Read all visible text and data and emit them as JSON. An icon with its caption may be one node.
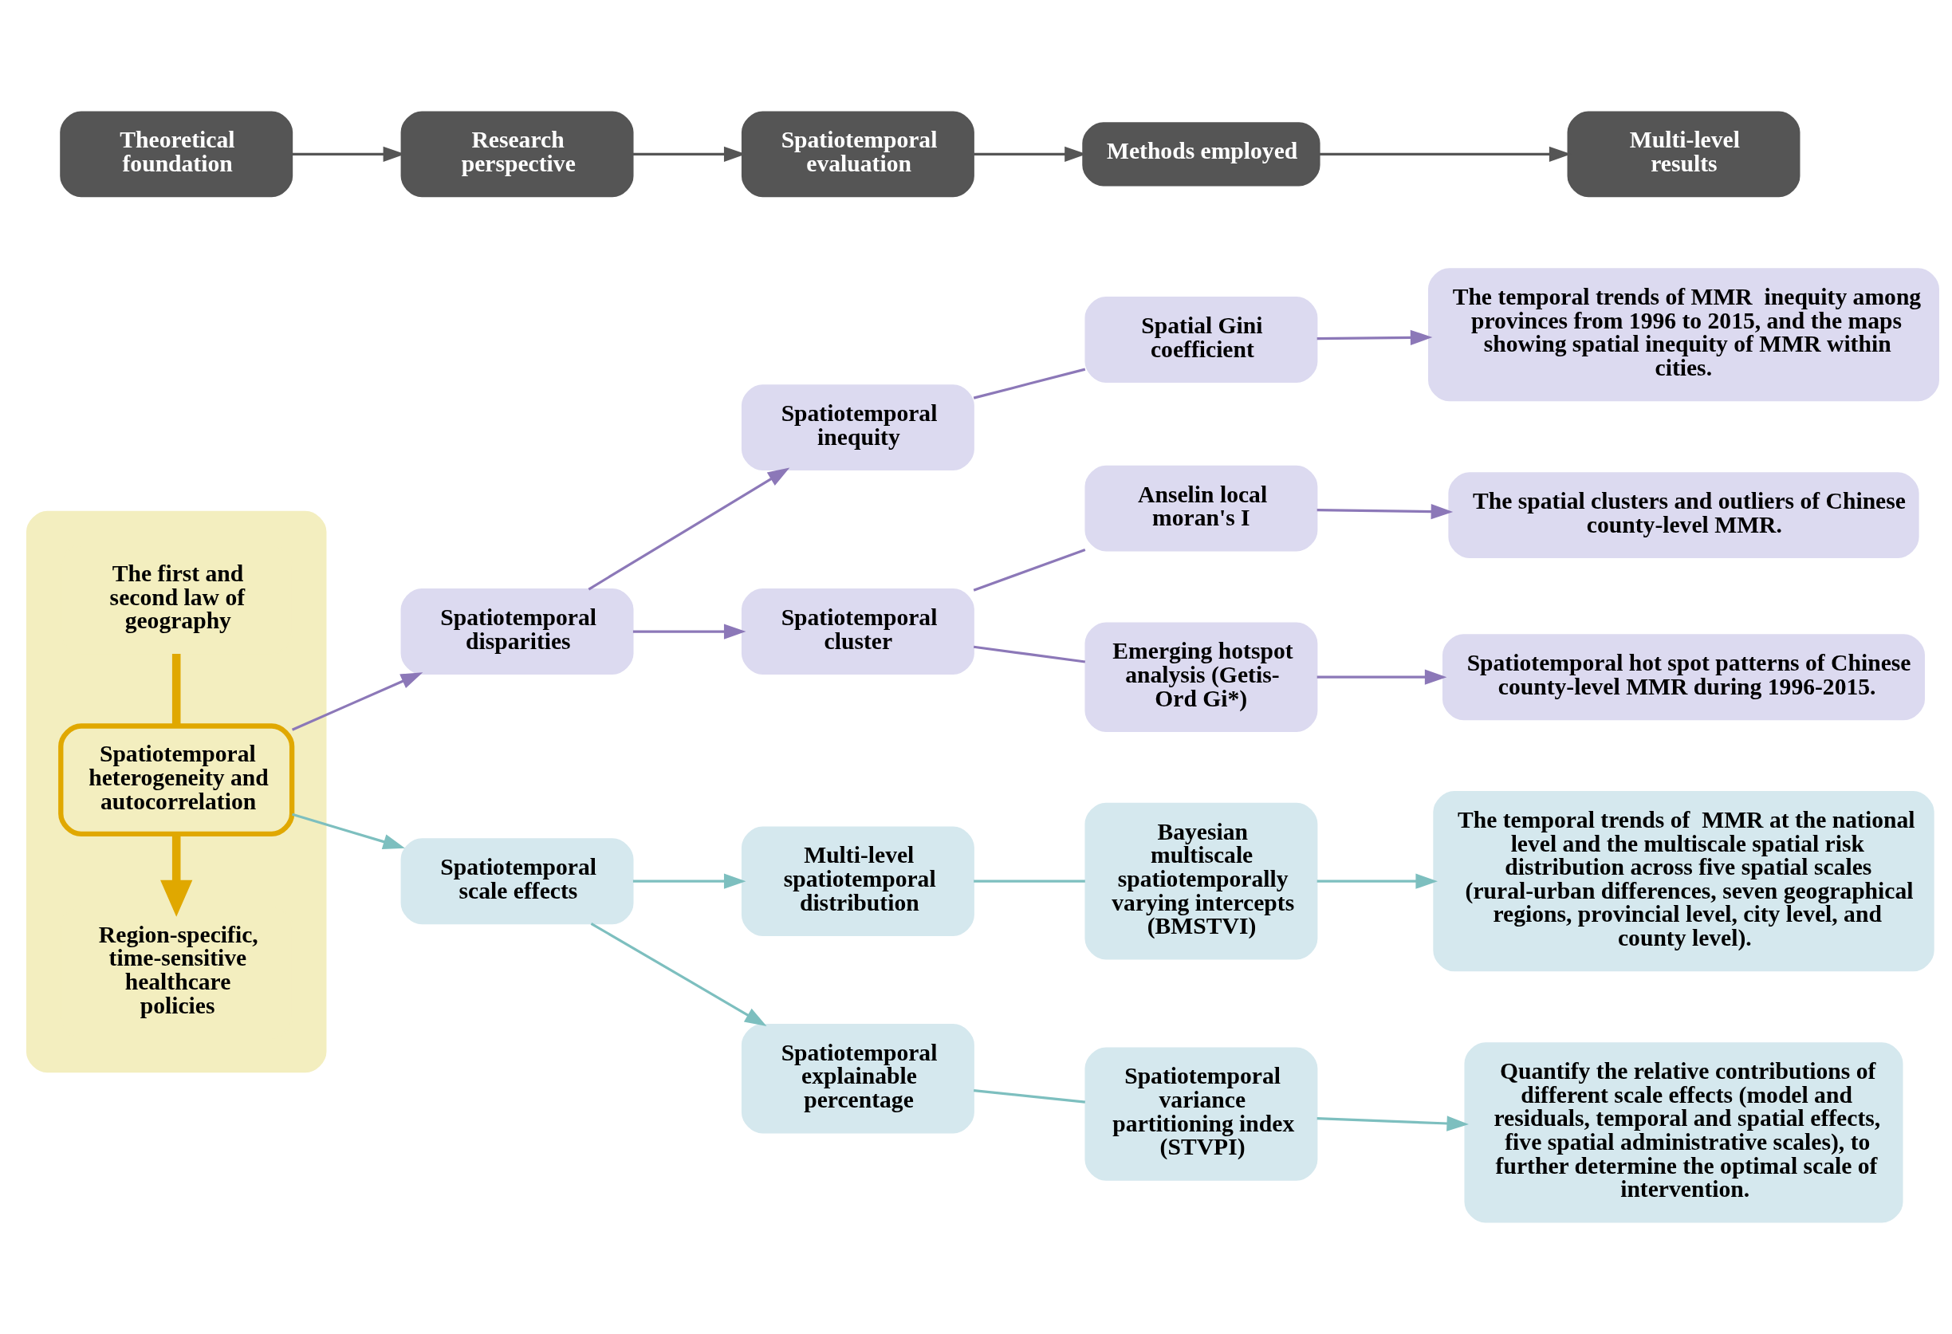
{
  "diagram": {
    "nodes": [
      {
        "text": [
          "Theoretical foundation"
        ]
      },
      {
        "text": [
          "Research perspective"
        ]
      },
      {
        "text": [
          "Spatiotemporal evaluation"
        ]
      },
      {
        "text": [
          "Methods employed"
        ]
      },
      {
        "text": [
          "Multi-level results"
        ]
      },
      {
        "text": [],
        "shape": "box"
      },
      {
        "text": [
          "The first and second law of geography"
        ],
        "in": 5
      },
      {
        "text": [
          "Spatiotemporal heterogeneity and autocorrelation"
        ],
        "in": 5
      },
      {
        "text": [
          "Region-specific, time-sensitive healthcare policies"
        ],
        "in": 5
      },
      {
        "text": [
          "Spatiotemporal disparities"
        ]
      },
      {
        "text": [
          "Spatiotemporal scale effects"
        ]
      },
      {
        "text": [
          "Spatiotemporal inequity"
        ]
      },
      {
        "text": [
          "Spatiotemporal cluster"
        ]
      },
      {
        "text": [
          "Multi-level spatiotemporal distribution"
        ]
      },
      {
        "text": [
          "Spatiotemporal explainable percentage"
        ]
      },
      {
        "text": [
          "Spatial Gini coefficient"
        ]
      },
      {
        "text": [
          "Anselin local moran's I"
        ]
      },
      {
        "text": [
          "Emerging hotspot analysis (Getis-Ord Gi*)"
        ]
      },
      {
        "text": [
          "Bayesian multiscale spatiotemporally varying intercepts (BMSTVI)"
        ]
      },
      {
        "text": [
          "Spatiotemporal variance partitioning index (STVPI)"
        ]
      },
      {
        "text": [
          "The temporal trends of MMR  inequity among provinces from 1996 to 2015, and the maps showing spatial inequity of MMR within cities."
        ]
      },
      {
        "text": [
          "The spatial clusters and outliers of Chinese county-level MMR."
        ]
      },
      {
        "text": [
          "Spatiotemporal hot spot patterns of Chinese county-level MMR during 1996-2015."
        ]
      },
      {
        "text": [
          "The temporal trends of  MMR at the national level and the multiscale spatial risk distribution across five spatial scales (rural-urban differences, seven geographical regions, provincial level, city level, and county level)."
        ]
      },
      {
        "text": [
          "Quantify the relative contributions of different scale effects (model and residuals, temporal and spatial effects, five spatial administrative scales), to further determine the optimal scale of intervention."
        ]
      }
    ],
    "edges": [
      {
        "from": 0,
        "to": 1,
        "arrow": "to",
        "color": "#555555"
      },
      {
        "from": 1,
        "to": 2,
        "arrow": "to",
        "color": "#555555"
      },
      {
        "from": 2,
        "to": 3,
        "arrow": "to",
        "color": "#555555"
      },
      {
        "from": 3,
        "to": 4,
        "arrow": "to",
        "color": "#555555"
      },
      {
        "from": 6,
        "to": 7,
        "arrow": "none",
        "style": "thick",
        "color": "#e0a800"
      },
      {
        "from": 7,
        "to": 8,
        "arrow": "to",
        "style": "thick",
        "color": "#e0a800"
      },
      {
        "from": 7,
        "to": 9,
        "arrow": "to"
      },
      {
        "from": 7,
        "to": 10,
        "arrow": "to",
        "color": "#7dbfbf"
      },
      {
        "from": 9,
        "to": 11,
        "arrow": "to"
      },
      {
        "from": 9,
        "to": 12,
        "arrow": "to"
      },
      {
        "from": 11,
        "to": 15,
        "arrow": "none"
      },
      {
        "from": 12,
        "to": 16,
        "arrow": "none"
      },
      {
        "from": 12,
        "to": 17,
        "arrow": "none"
      },
      {
        "from": 15,
        "to": 20,
        "arrow": "to"
      },
      {
        "from": 16,
        "to": 21,
        "arrow": "to"
      },
      {
        "from": 17,
        "to": 22,
        "arrow": "to"
      },
      {
        "from": 10,
        "to": 13,
        "arrow": "to",
        "color": "#7dbfbf"
      },
      {
        "from": 10,
        "to": 14,
        "arrow": "to",
        "color": "#7dbfbf"
      },
      {
        "from": 13,
        "to": 18,
        "arrow": "none",
        "color": "#7dbfbf"
      },
      {
        "from": 14,
        "to": 19,
        "arrow": "none",
        "color": "#7dbfbf"
      },
      {
        "from": 18,
        "to": 23,
        "arrow": "to",
        "color": "#7dbfbf"
      },
      {
        "from": 19,
        "to": 24,
        "arrow": "to",
        "color": "#7dbfbf"
      }
    ]
  }
}
